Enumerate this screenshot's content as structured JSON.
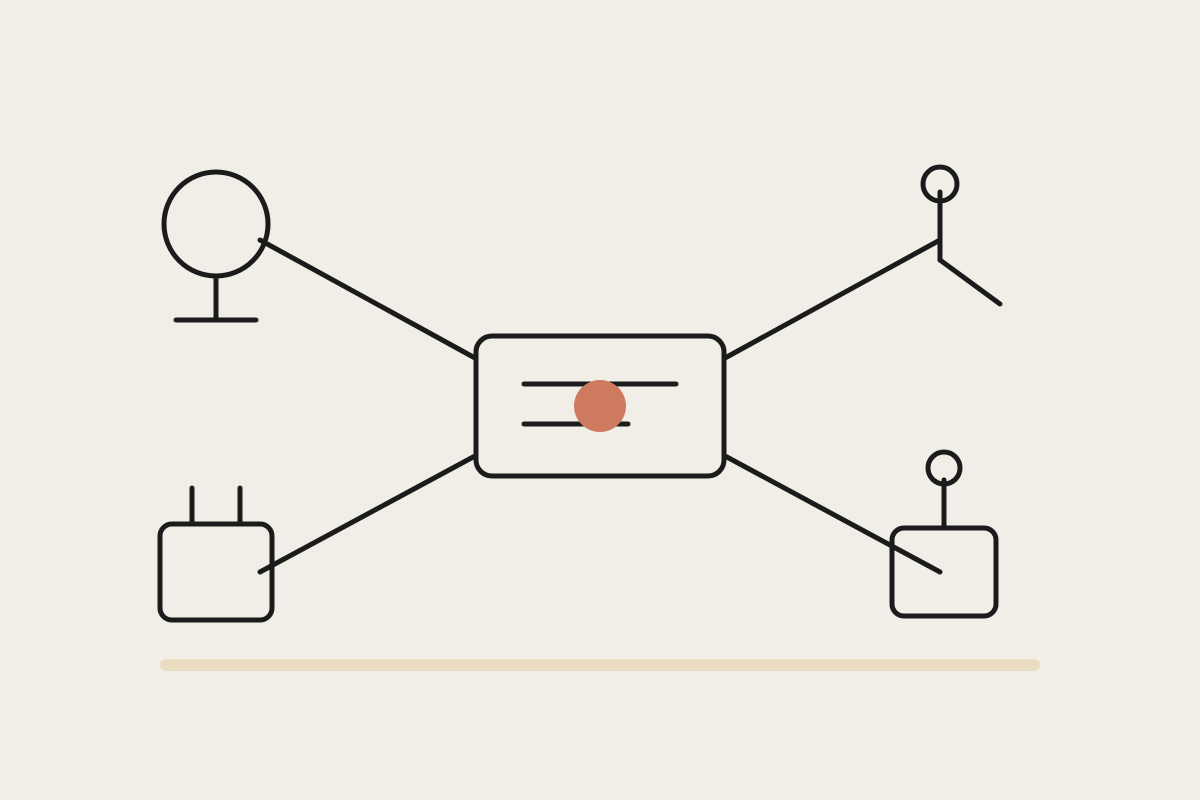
{
  "colors": {
    "background": "#f0eee7",
    "stroke": "#1b1b1b",
    "accent": "#cd7a5e",
    "baseline": "#eadcc0"
  },
  "diagram": {
    "hub": {
      "icon": "hub-device-icon",
      "indicator": "status-dot-icon"
    },
    "nodes": [
      {
        "id": "top-left",
        "icon": "globe-on-stand-icon"
      },
      {
        "id": "top-right",
        "icon": "antenna-mast-icon"
      },
      {
        "id": "bottom-left",
        "icon": "power-plug-icon"
      },
      {
        "id": "bottom-right",
        "icon": "router-with-antenna-icon"
      }
    ]
  }
}
